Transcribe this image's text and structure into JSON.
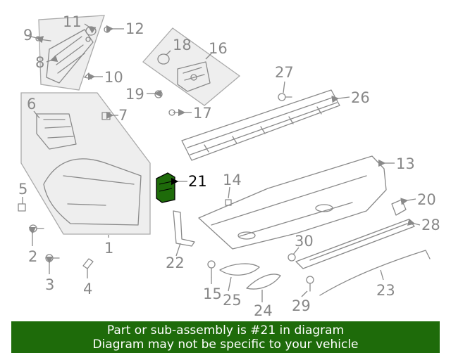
{
  "diagram": {
    "highlighted_part": "21",
    "callouts": [
      "1",
      "2",
      "3",
      "4",
      "5",
      "6",
      "7",
      "8",
      "9",
      "10",
      "11",
      "12",
      "13",
      "14",
      "15",
      "16",
      "17",
      "18",
      "19",
      "20",
      "21",
      "22",
      "23",
      "24",
      "25",
      "26",
      "27",
      "28",
      "29",
      "30"
    ],
    "highlight_color": "#1e6b0a"
  },
  "banner": {
    "line1": "Part or sub-assembly is #21 in diagram",
    "line2": "Diagram may not be specific to your vehicle",
    "background": "#1e6b0a"
  }
}
